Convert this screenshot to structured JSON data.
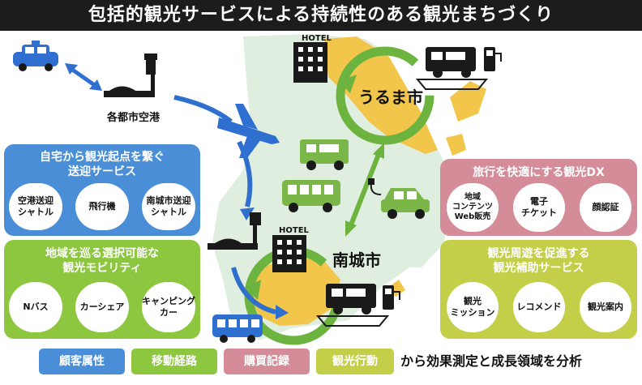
{
  "title": "包括的観光サービスによる持続性のある観光まちづくり",
  "airport_label": "各都市空港",
  "hotel_text": "HOTEL",
  "city_north": "うるま市",
  "city_south": "南城市",
  "panels": {
    "transfer": {
      "title": "自宅から観光起点を繋ぐ\n送迎サービス",
      "color": "#4a8ed8",
      "items": [
        "空港送迎\nシャトル",
        "飛行機",
        "南城市送迎\nシャトル"
      ]
    },
    "mobility": {
      "title": "地域を巡る選択可能な\n観光モビリティ",
      "color": "#8dc63f",
      "items": [
        "Nバス",
        "カーシェア",
        "キャンピング\nカー"
      ]
    },
    "dx": {
      "title": "旅行を快適にする観光DX",
      "color": "#d48c98",
      "items": [
        "地域\nコンテンツ\nWeb販売",
        "電子\nチケット",
        "顔認証"
      ]
    },
    "assist": {
      "title": "観光周遊を促進する\n観光補助サービス",
      "color": "#c3cf48",
      "items": [
        "観光\nミッション",
        "レコメンド",
        "観光案内"
      ]
    }
  },
  "footer": {
    "chips": [
      {
        "label": "顧客属性",
        "color": "#4a8ed8"
      },
      {
        "label": "移動経路",
        "color": "#8dc63f"
      },
      {
        "label": "購買記録",
        "color": "#d48c98"
      },
      {
        "label": "観光行動",
        "color": "#c3cf48"
      }
    ],
    "text": "から効果測定と成長領域を分析"
  },
  "colors": {
    "map": "#dfeede",
    "city_area": "#f2c64a",
    "blue": "#2e6fd0",
    "green": "#6db33f",
    "vehicle_green": "#7ab648",
    "dark": "#1a1a1a"
  }
}
